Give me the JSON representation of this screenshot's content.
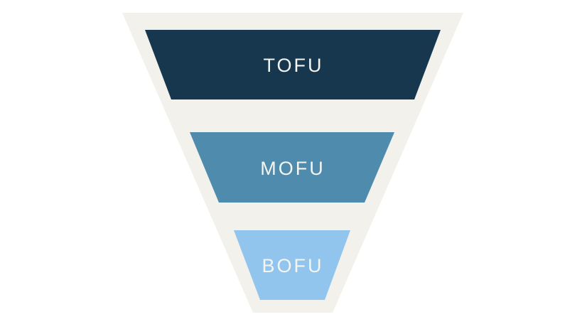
{
  "diagram": {
    "type": "funnel",
    "title": "",
    "background_color": "#FFFFFF",
    "funnel_outline_color": "#F2F1EC",
    "label_color": "#F4F4F0",
    "stages": [
      {
        "label": "TOFU",
        "color": "#17374E"
      },
      {
        "label": "MOFU",
        "color": "#4E8BAC"
      },
      {
        "label": "BOFU",
        "color": "#92C5ED"
      }
    ]
  }
}
